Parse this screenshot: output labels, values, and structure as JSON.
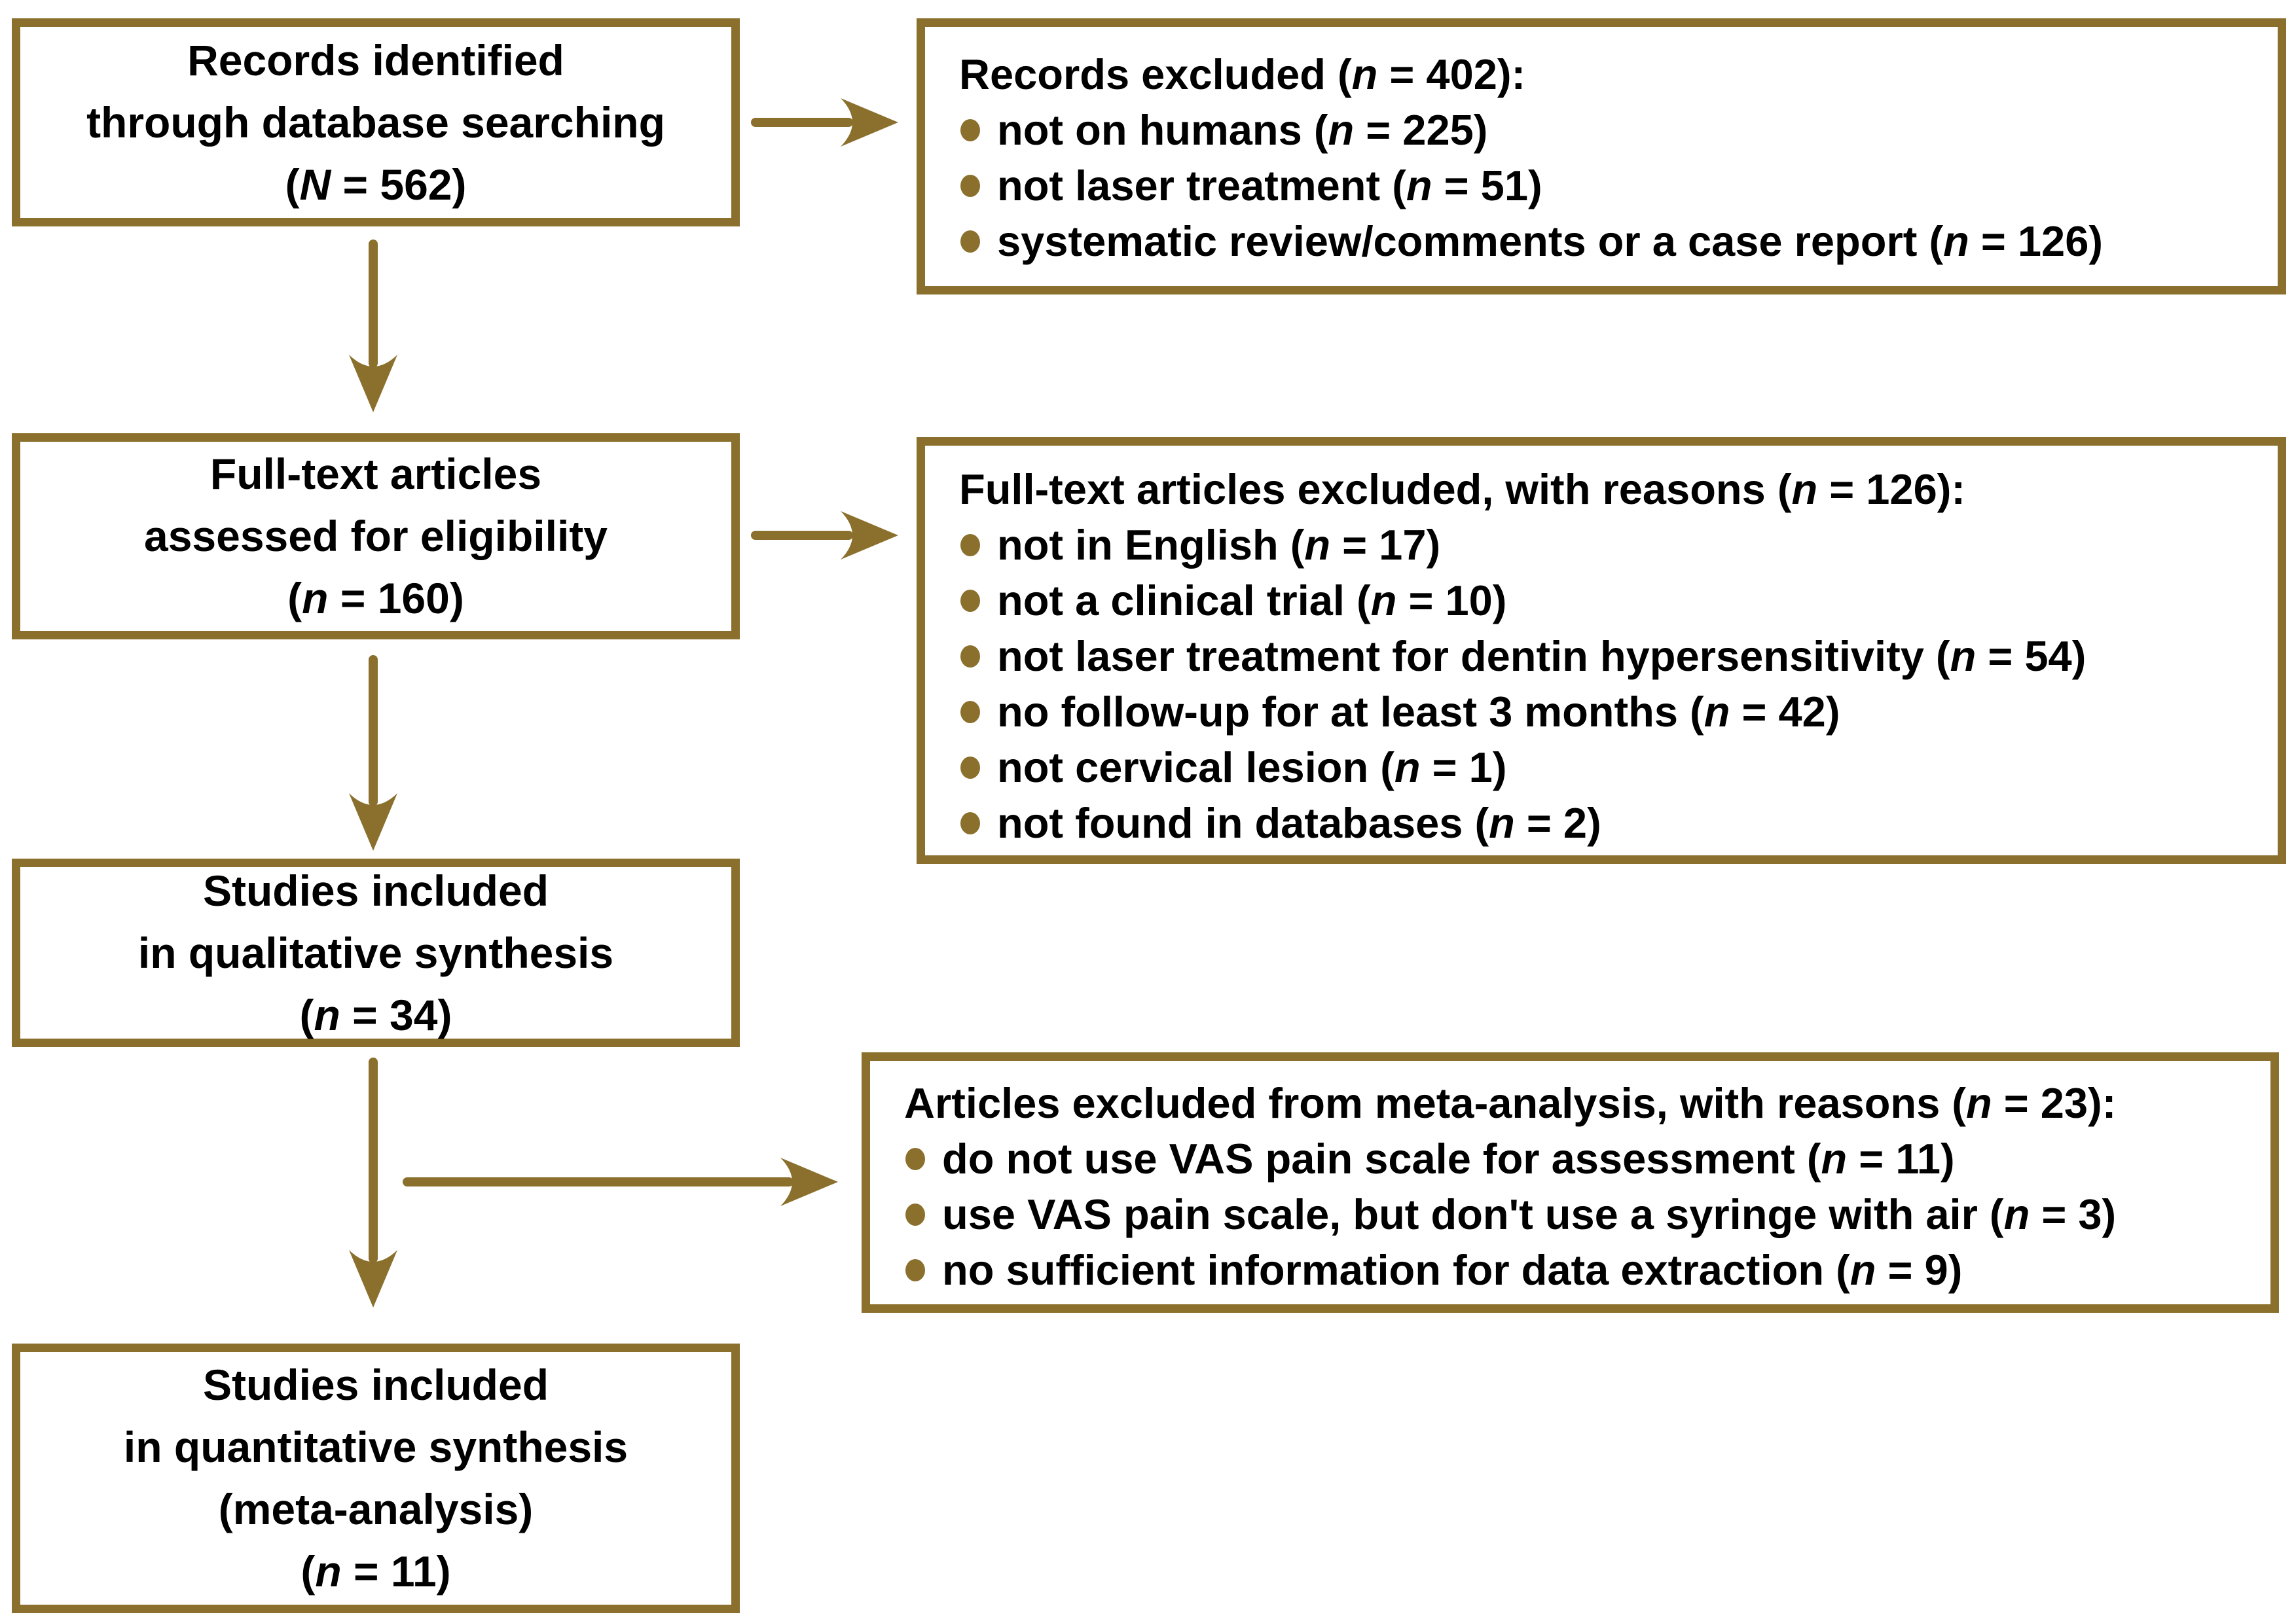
{
  "colors": {
    "accent": "#8a702c",
    "text": "#000000",
    "background": "#ffffff"
  },
  "flow": {
    "left": [
      {
        "lines": [
          {
            "pre": "Records identified"
          },
          {
            "pre": "through database searching"
          },
          {
            "pre": "(",
            "var": "N",
            "post": " = 562)"
          }
        ]
      },
      {
        "lines": [
          {
            "pre": "Full-text articles"
          },
          {
            "pre": "assessed for eligibility"
          },
          {
            "pre": "(",
            "var": "n",
            "post": " = 160)"
          }
        ]
      },
      {
        "lines": [
          {
            "pre": "Studies included"
          },
          {
            "pre": "in qualitative synthesis"
          },
          {
            "pre": "(",
            "var": "n",
            "post": " = 34)"
          }
        ]
      },
      {
        "lines": [
          {
            "pre": "Studies included"
          },
          {
            "pre": "in quantitative synthesis"
          },
          {
            "pre": "(meta-analysis)"
          },
          {
            "pre": "(",
            "var": "n",
            "post": " = 11)"
          }
        ]
      }
    ],
    "right": [
      {
        "title": {
          "pre": "Records excluded (",
          "var": "n",
          "post": " = 402):"
        },
        "bullets": [
          {
            "pre": "not on humans (",
            "var": "n",
            "post": " = 225)"
          },
          {
            "pre": "not laser treatment (",
            "var": "n",
            "post": " = 51)"
          },
          {
            "pre": "systematic review/comments or a case report (",
            "var": "n",
            "post": " = 126)"
          }
        ]
      },
      {
        "title": {
          "pre": "Full-text articles excluded, with reasons (",
          "var": "n",
          "post": " = 126):"
        },
        "bullets": [
          {
            "pre": "not in English (",
            "var": "n",
            "post": " = 17)"
          },
          {
            "pre": "not a clinical trial (",
            "var": "n",
            "post": " = 10)"
          },
          {
            "pre": "not laser treatment for dentin hypersensitivity (",
            "var": "n",
            "post": " = 54)"
          },
          {
            "pre": "no follow-up for at least 3 months (",
            "var": "n",
            "post": " = 42)"
          },
          {
            "pre": "not cervical lesion (",
            "var": "n",
            "post": " = 1)"
          },
          {
            "pre": "not found in databases (",
            "var": "n",
            "post": " = 2)"
          }
        ]
      },
      {
        "title": {
          "pre": "Articles excluded from meta-analysis, with reasons (",
          "var": "n",
          "post": " = 23):"
        },
        "bullets": [
          {
            "pre": "do not use VAS pain scale for assessment (",
            "var": "n",
            "post": " = 11)"
          },
          {
            "pre": "use VAS pain scale, but don't use a syringe with air (",
            "var": "n",
            "post": " = 3)"
          },
          {
            "pre": "no sufficient information for data extraction (",
            "var": "n",
            "post": " = 9)"
          }
        ]
      }
    ]
  }
}
